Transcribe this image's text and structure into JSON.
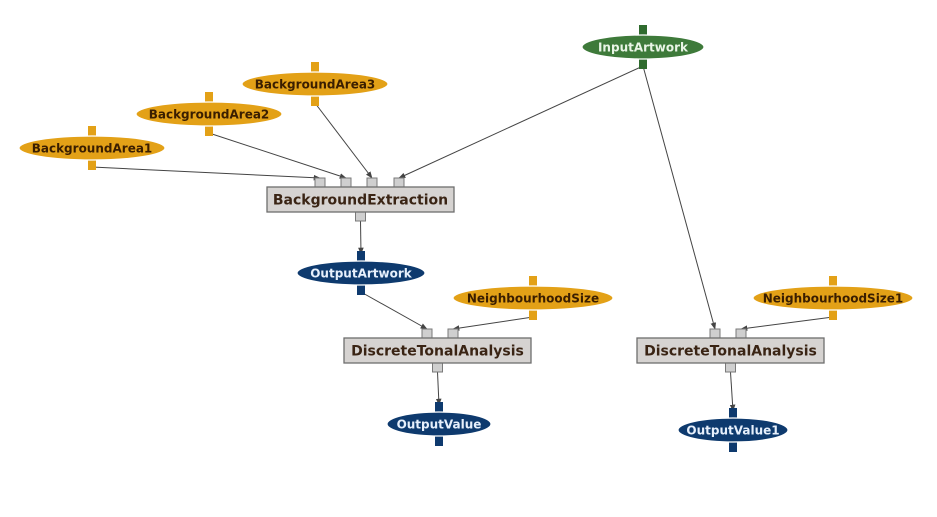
{
  "colors": {
    "param_fill": "#E3A117",
    "param_port": "#E3A117",
    "param_stroke": "#8A5A00",
    "param_text": "#3A1E00",
    "input_fill": "#3E7A3A",
    "input_port": "#2F6B2E",
    "input_text": "#E9F5E6",
    "output_fill": "#0E3A6E",
    "output_port": "#0E3A6E",
    "output_text": "#E7F0FC",
    "process_fill": "#D6D3D1",
    "process_stroke": "#6E6E6E",
    "process_text": "#3A2414",
    "edge": "#444444"
  },
  "nodes": {
    "bg_area1": {
      "label": "BackgroundArea1",
      "kind": "parameter"
    },
    "bg_area2": {
      "label": "BackgroundArea2",
      "kind": "parameter"
    },
    "bg_area3": {
      "label": "BackgroundArea3",
      "kind": "parameter"
    },
    "input_artwork": {
      "label": "InputArtwork",
      "kind": "input"
    },
    "bg_extraction": {
      "label": "BackgroundExtraction",
      "kind": "process"
    },
    "output_artwork": {
      "label": "OutputArtwork",
      "kind": "output"
    },
    "neigh_size": {
      "label": "NeighbourhoodSize",
      "kind": "parameter"
    },
    "neigh_size1": {
      "label": "NeighbourhoodSize1",
      "kind": "parameter"
    },
    "dta_left": {
      "label": "DiscreteTonalAnalysis",
      "kind": "process"
    },
    "dta_right": {
      "label": "DiscreteTonalAnalysis",
      "kind": "process"
    },
    "output_value": {
      "label": "OutputValue",
      "kind": "output"
    },
    "output_value1": {
      "label": "OutputValue1",
      "kind": "output"
    }
  },
  "edges": [
    {
      "from": "bg_area1",
      "to": "bg_extraction",
      "port": 0
    },
    {
      "from": "bg_area2",
      "to": "bg_extraction",
      "port": 1
    },
    {
      "from": "bg_area3",
      "to": "bg_extraction",
      "port": 2
    },
    {
      "from": "input_artwork",
      "to": "bg_extraction",
      "port": 3
    },
    {
      "from": "input_artwork",
      "to": "dta_right",
      "port": 0
    },
    {
      "from": "bg_extraction",
      "to": "output_artwork",
      "port": 0
    },
    {
      "from": "output_artwork",
      "to": "dta_left",
      "port": 0
    },
    {
      "from": "neigh_size",
      "to": "dta_left",
      "port": 1
    },
    {
      "from": "neigh_size1",
      "to": "dta_right",
      "port": 1
    },
    {
      "from": "dta_left",
      "to": "output_value",
      "port": 0
    },
    {
      "from": "dta_right",
      "to": "output_value1",
      "port": 0
    }
  ]
}
